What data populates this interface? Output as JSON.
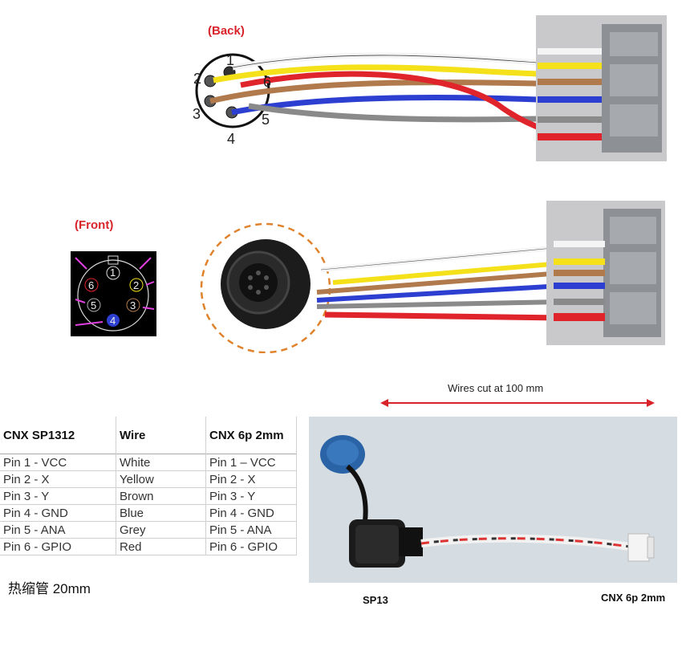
{
  "back_label": "(Back)",
  "front_label": "(Front)",
  "back_pins": [
    "1",
    "2",
    "3",
    "4",
    "5",
    "6"
  ],
  "front_pins": [
    "1",
    "2",
    "3",
    "4",
    "5",
    "6"
  ],
  "wires_cut_label": "Wires cut at 100 mm",
  "table": {
    "headers": [
      "CNX SP1312",
      "Wire",
      "CNX 6p 2mm"
    ],
    "rows": [
      [
        "Pin 1 - VCC",
        "White",
        "Pin 1 – VCC"
      ],
      [
        "Pin 2 - X",
        "Yellow",
        "Pin 2 - X"
      ],
      [
        "Pin 3 - Y",
        "Brown",
        "Pin 3 - Y"
      ],
      [
        "Pin 4 - GND",
        "Blue",
        "Pin 4 - GND"
      ],
      [
        "Pin 5 - ANA",
        "Grey",
        "Pin 5 - ANA"
      ],
      [
        "Pin 6 - GPIO",
        "Red",
        "Pin 6 - GPIO"
      ]
    ]
  },
  "heat_shrink_note": "热缩管 20mm",
  "photo_caption_left": "SP13",
  "photo_caption_right": "CNX 6p 2mm",
  "colors": {
    "white": "#f4f4f4",
    "yellow": "#f5e11a",
    "brown": "#b07a4c",
    "blue": "#2c3fd0",
    "grey": "#8a8a8a",
    "red": "#e0242b",
    "label_red": "#d8232a",
    "magenta": "#e040e0"
  }
}
